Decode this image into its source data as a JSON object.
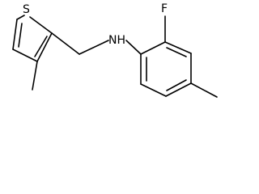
{
  "structure": {
    "atoms": {
      "sulfur": "S",
      "fluorine": "F",
      "nitrogen_amine": "NH"
    },
    "substituents": [
      "3-methyl",
      "4-methyl"
    ]
  },
  "colors": {
    "bond": "#000000",
    "label": "#000000",
    "background": "#ffffff"
  }
}
